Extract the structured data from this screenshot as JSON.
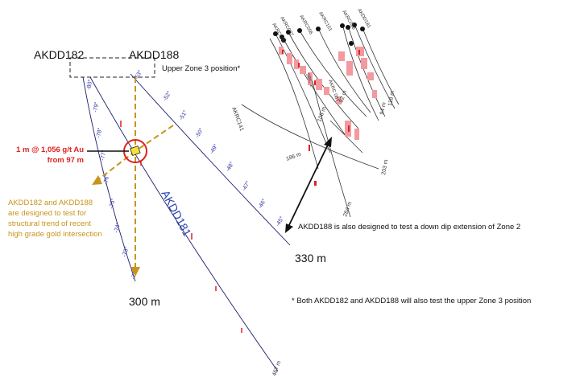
{
  "holes": {
    "akdd182": "AKDD182",
    "akdd188": "AKDD188",
    "akdd181": "AKDD181",
    "akrc141": "AKRC141"
  },
  "annotations": {
    "upper_zone": "Upper Zone 3 position*",
    "intersection_line1": "1 m @ 1,056 g/t Au",
    "intersection_line2": "from 97 m",
    "design_note": [
      "AKDD182 and AKDD188",
      "are designed to test for",
      "structural trend of recent",
      "high grade gold intersection"
    ],
    "down_dip_note": "AKDD188 is also designed to test a down dip extension of Zone 2",
    "footnote": "* Both AKDD182 and AKDD188 will also test the upper Zone 3 position"
  },
  "depths": {
    "d300": "300 m",
    "d330": "330 m",
    "d467": "467 m",
    "d203": "203 m",
    "d284": "284 m",
    "d186": "186 m",
    "d118": "118 m",
    "d82": "82 m",
    "d108": "108 m",
    "d94": "94 m"
  },
  "dips_182": [
    "-80°",
    "-79°",
    "-78°",
    "-77°",
    "-76°",
    "-75°",
    "-74°",
    "-73°",
    "-72°",
    "-71°"
  ],
  "dips_181": [
    "-53°",
    "-52°",
    "-51°",
    "-50°",
    "-49°",
    "-48°",
    "-47°",
    "-46°",
    "-45°"
  ],
  "colors": {
    "trace": "#1c1c6e",
    "dip_text": "#2a2aa8",
    "gold": "#c8951a",
    "red": "#e02020",
    "pink": "#f29aa0"
  }
}
